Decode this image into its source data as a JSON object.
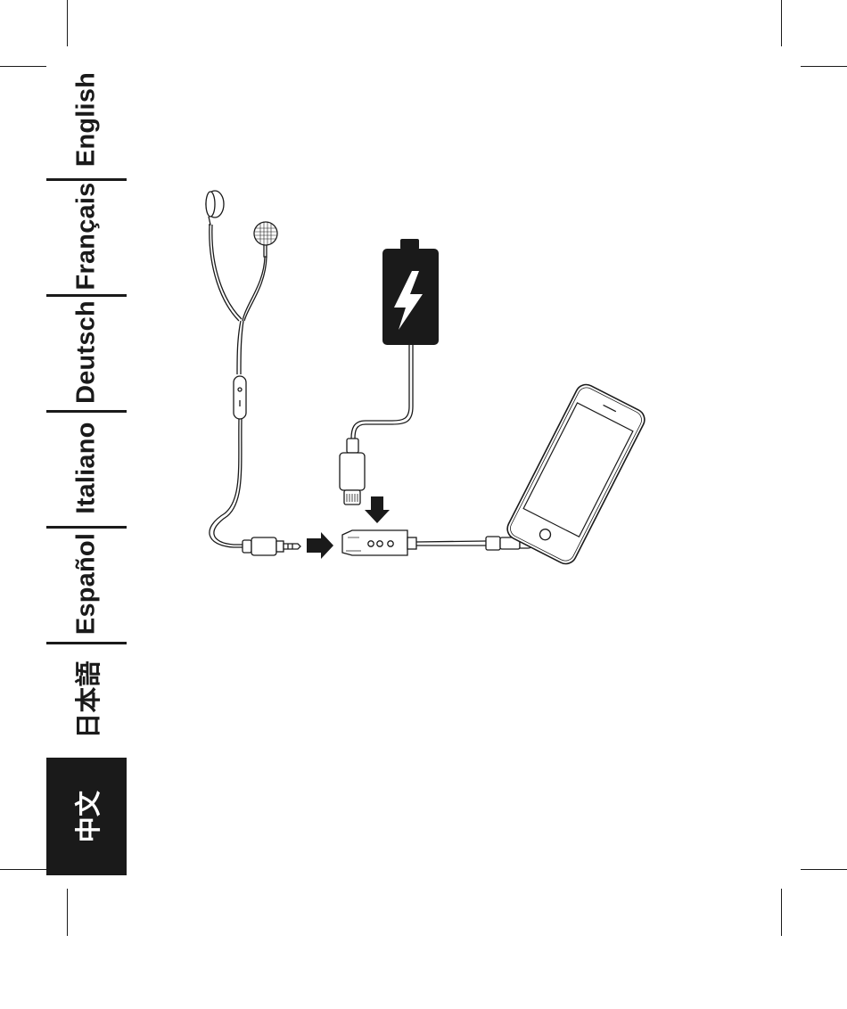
{
  "language_tabs": [
    {
      "id": "english",
      "label": "English",
      "active": false
    },
    {
      "id": "francais",
      "label": "Français",
      "active": false
    },
    {
      "id": "deutsch",
      "label": "Deutsch",
      "active": false
    },
    {
      "id": "italiano",
      "label": "Italiano",
      "active": false
    },
    {
      "id": "espanol",
      "label": "Español",
      "active": false
    },
    {
      "id": "japanese",
      "label": "日本語",
      "active": false
    },
    {
      "id": "chinese",
      "label": "中文",
      "active": true
    }
  ],
  "colors": {
    "ink": "#1a1a1a",
    "paper": "#ffffff",
    "active_tab_bg": "#1a1a1a",
    "active_tab_text": "#ffffff"
  },
  "illustration": {
    "components": [
      "earphones-icon",
      "audio-jack-icon",
      "arrow-right-icon",
      "adapter-icon",
      "battery-charging-icon",
      "lightning-plug-icon",
      "arrow-down-icon",
      "smartphone-icon"
    ]
  }
}
